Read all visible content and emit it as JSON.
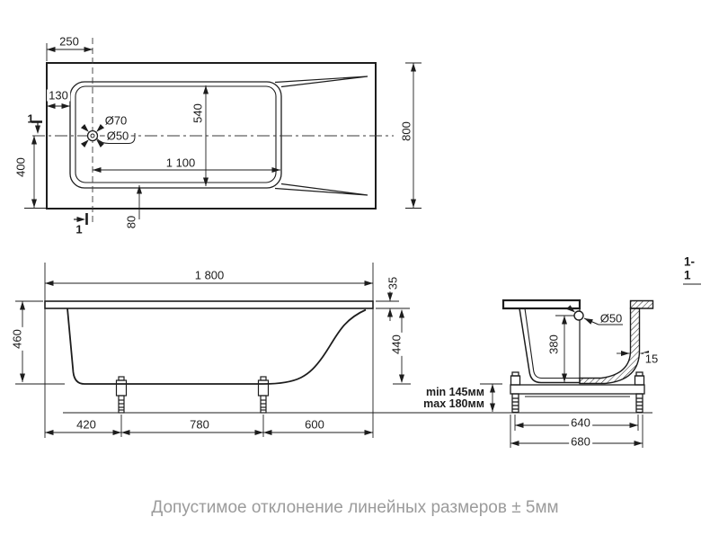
{
  "caption": "Допустимое отклонение линейных размеров ± 5мм",
  "top_view": {
    "section_mark_top": "1",
    "section_mark_bottom": "1",
    "dim_drain_offset": "250",
    "dim_rim_side": "130",
    "drain_outer_diameter": "Ø70",
    "drain_inner_diameter": "Ø50",
    "dim_basin_width": "540",
    "dim_basin_length": "1 100",
    "dim_half_width": "400",
    "dim_overall_width": "800",
    "dim_rim_bottom": "80"
  },
  "side_view": {
    "dim_overall_length": "1 800",
    "dim_rim_thickness": "35",
    "dim_overall_height": "460",
    "dim_inner_depth_side": "440",
    "dim_leg_offset_left": "420",
    "dim_leg_spacing": "780",
    "dim_leg_offset_right": "600",
    "clearance_min": "min 145мм",
    "clearance_max": "max 180мм"
  },
  "section_view": {
    "label": "1-1",
    "drain_diameter": "Ø50",
    "dim_inner_depth": "380",
    "dim_wall_thickness": "15",
    "dim_frame_inner": "640",
    "dim_frame_outer": "680"
  }
}
